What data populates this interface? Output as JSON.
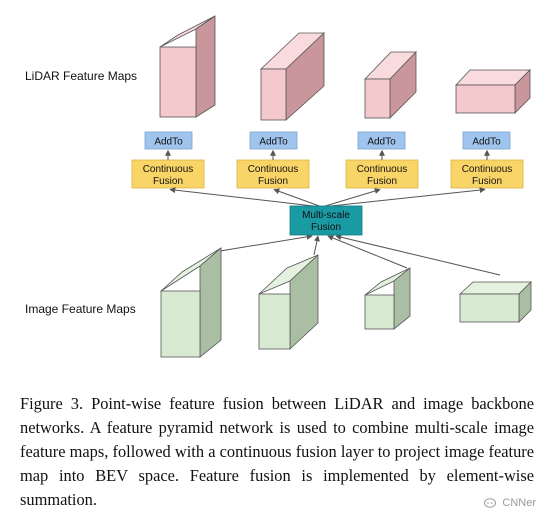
{
  "figure": {
    "lidar_label": "LiDAR Feature Maps",
    "image_label": "Image Feature Maps",
    "addto_label": "AddTo",
    "continuous_fusion_line1": "Continuous",
    "continuous_fusion_line2": "Fusion",
    "multiscale_line1": "Multi-scale",
    "multiscale_line2": "Fusion",
    "colors": {
      "lidar_face": "#f4c9cd",
      "lidar_side": "#c9969b",
      "lidar_top": "#f9dadd",
      "image_face": "#d8ebd2",
      "image_side": "#a9bea3",
      "image_top": "#e4f1de",
      "addto": "#9fc5ee",
      "continuous_fusion": "#f9d568",
      "multiscale": "#1a9aa2",
      "arrow": "#555555"
    }
  },
  "caption": "Figure 3. Point-wise feature fusion between LiDAR and image backbone networks. A feature pyramid network is used to combine multi-scale image feature maps, followed with a continuous fusion layer to project image feature map into BEV space. Feature fusion is implemented by element-wise summation.",
  "watermark": {
    "text": "CNNer",
    "icon": "chat-bubble-icon"
  }
}
